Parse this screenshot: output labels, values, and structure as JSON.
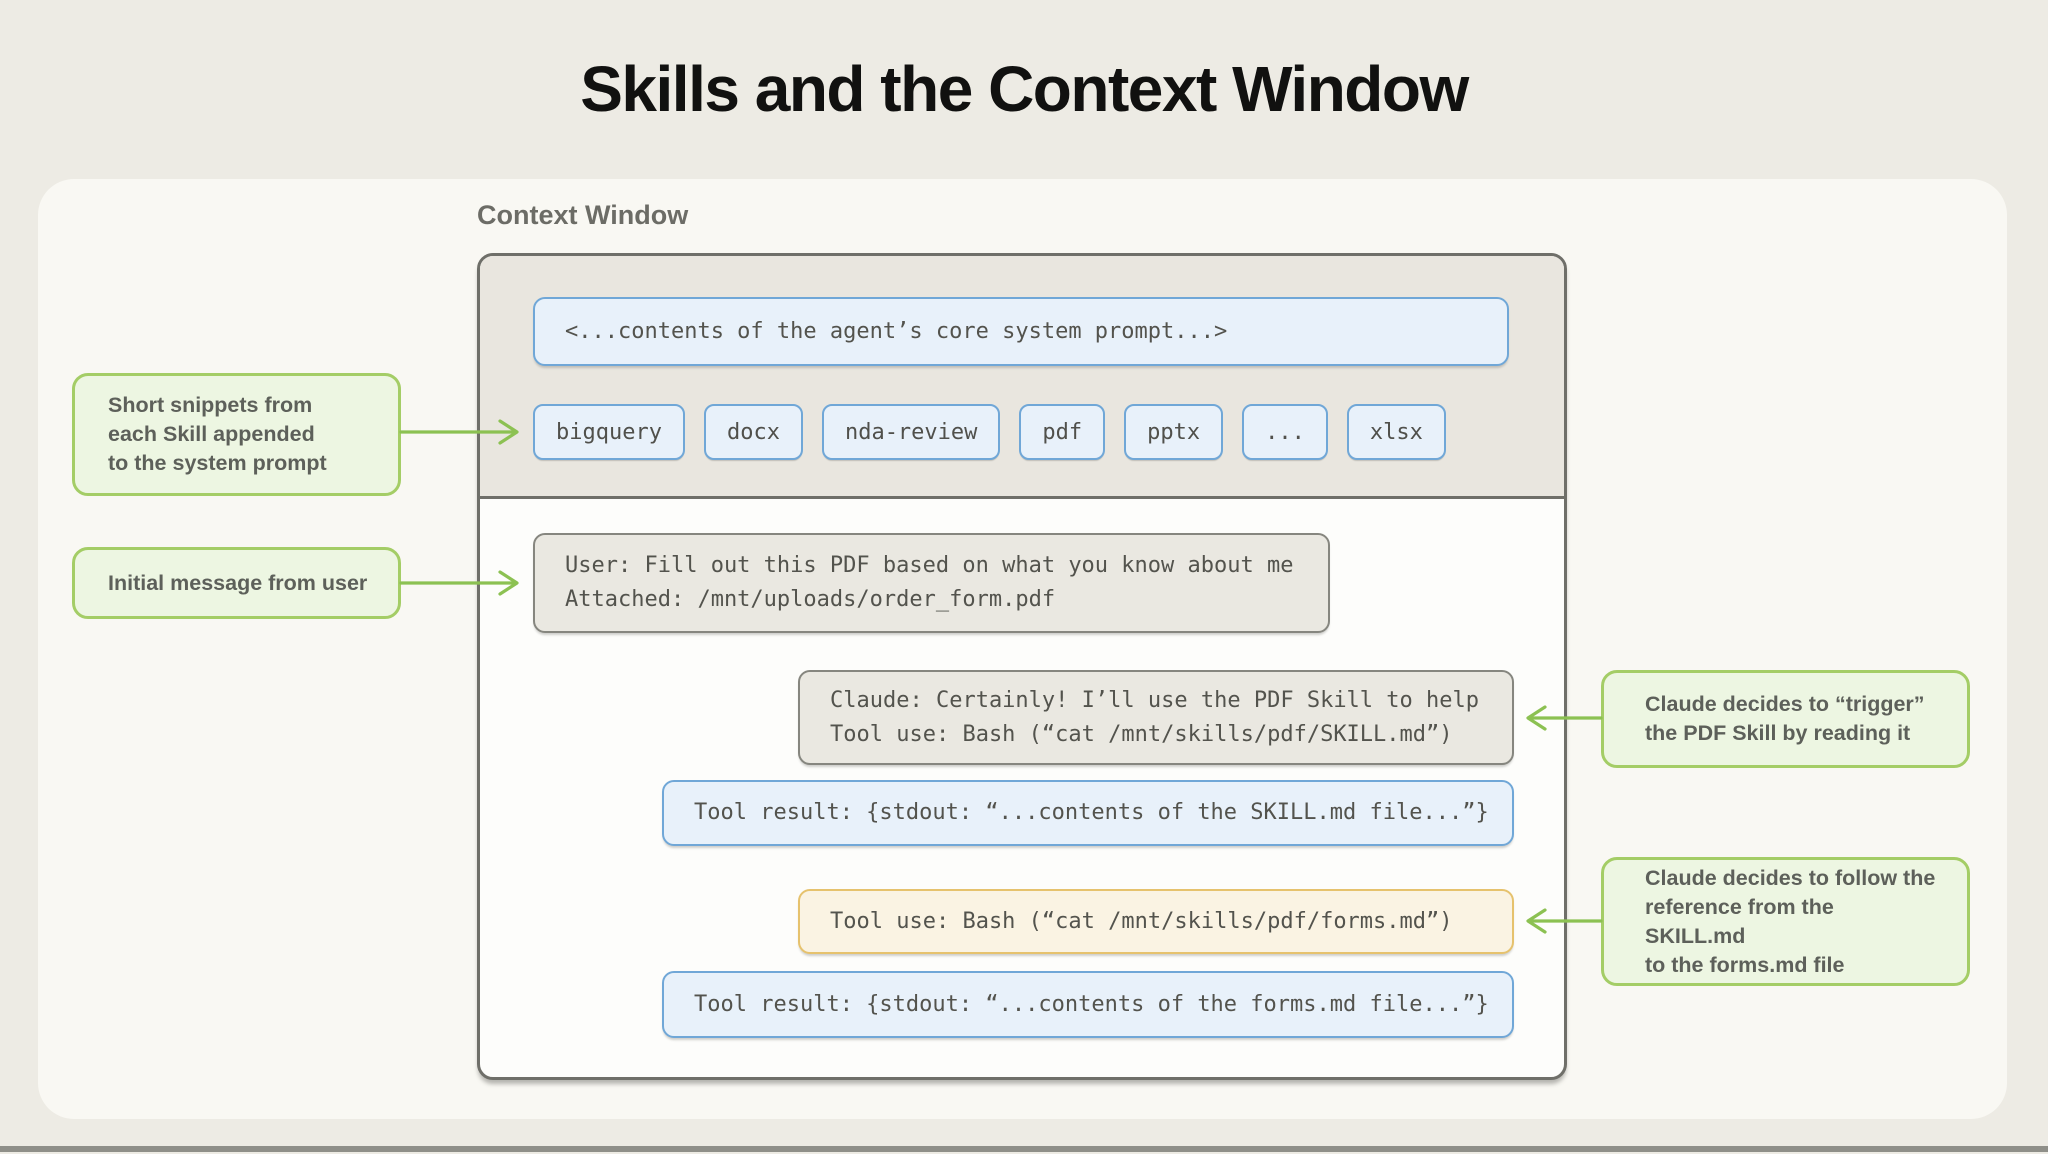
{
  "title": "Skills and the Context Window",
  "colors": {
    "page_bg": "#edebe4",
    "box_border": "#6f6f69",
    "blue_fill": "#e8f1fa",
    "blue_border": "#70a7d7",
    "gray_fill": "#eae8e1",
    "gray_border": "#86867f",
    "orange_fill": "#faf3e3",
    "orange_border": "#e6c26d",
    "green_fill": "#edf6e2",
    "green_border": "#a4cd66",
    "green_line": "#8cc152"
  },
  "context_window": {
    "label": "Context Window",
    "system_prompt": "<...contents of the agent’s core system prompt...>",
    "skills": [
      "bigquery",
      "docx",
      "nda-review",
      "pdf",
      "pptx",
      "...",
      "xlsx"
    ],
    "messages": {
      "user": {
        "lines": [
          "User: Fill out this PDF based on what you know about me",
          "Attached: /mnt/uploads/order_form.pdf"
        ]
      },
      "claude": {
        "lines": [
          "Claude: Certainly! I’ll use the PDF Skill to help",
          "Tool use: Bash (“cat /mnt/skills/pdf/SKILL.md”)"
        ]
      },
      "tool_result_skill": {
        "lines": [
          "Tool result: {stdout: “...contents of the SKILL.md file...”}"
        ]
      },
      "tool_use_forms": {
        "lines": [
          "Tool use: Bash (“cat /mnt/skills/pdf/forms.md”)"
        ]
      },
      "tool_result_forms": {
        "lines": [
          "Tool result: {stdout: “...contents of the forms.md file...”}"
        ]
      }
    }
  },
  "annotations": {
    "short_snippets": {
      "lines": [
        "Short snippets from",
        "each Skill appended",
        "to the system prompt"
      ]
    },
    "initial_message": {
      "lines": [
        "Initial message from user"
      ]
    },
    "trigger_skill": {
      "lines": [
        "Claude decides to “trigger”",
        "the PDF Skill by reading it"
      ]
    },
    "follow_reference": {
      "lines": [
        "Claude decides to follow the",
        "reference from the SKILL.md",
        "to the forms.md file"
      ]
    }
  }
}
